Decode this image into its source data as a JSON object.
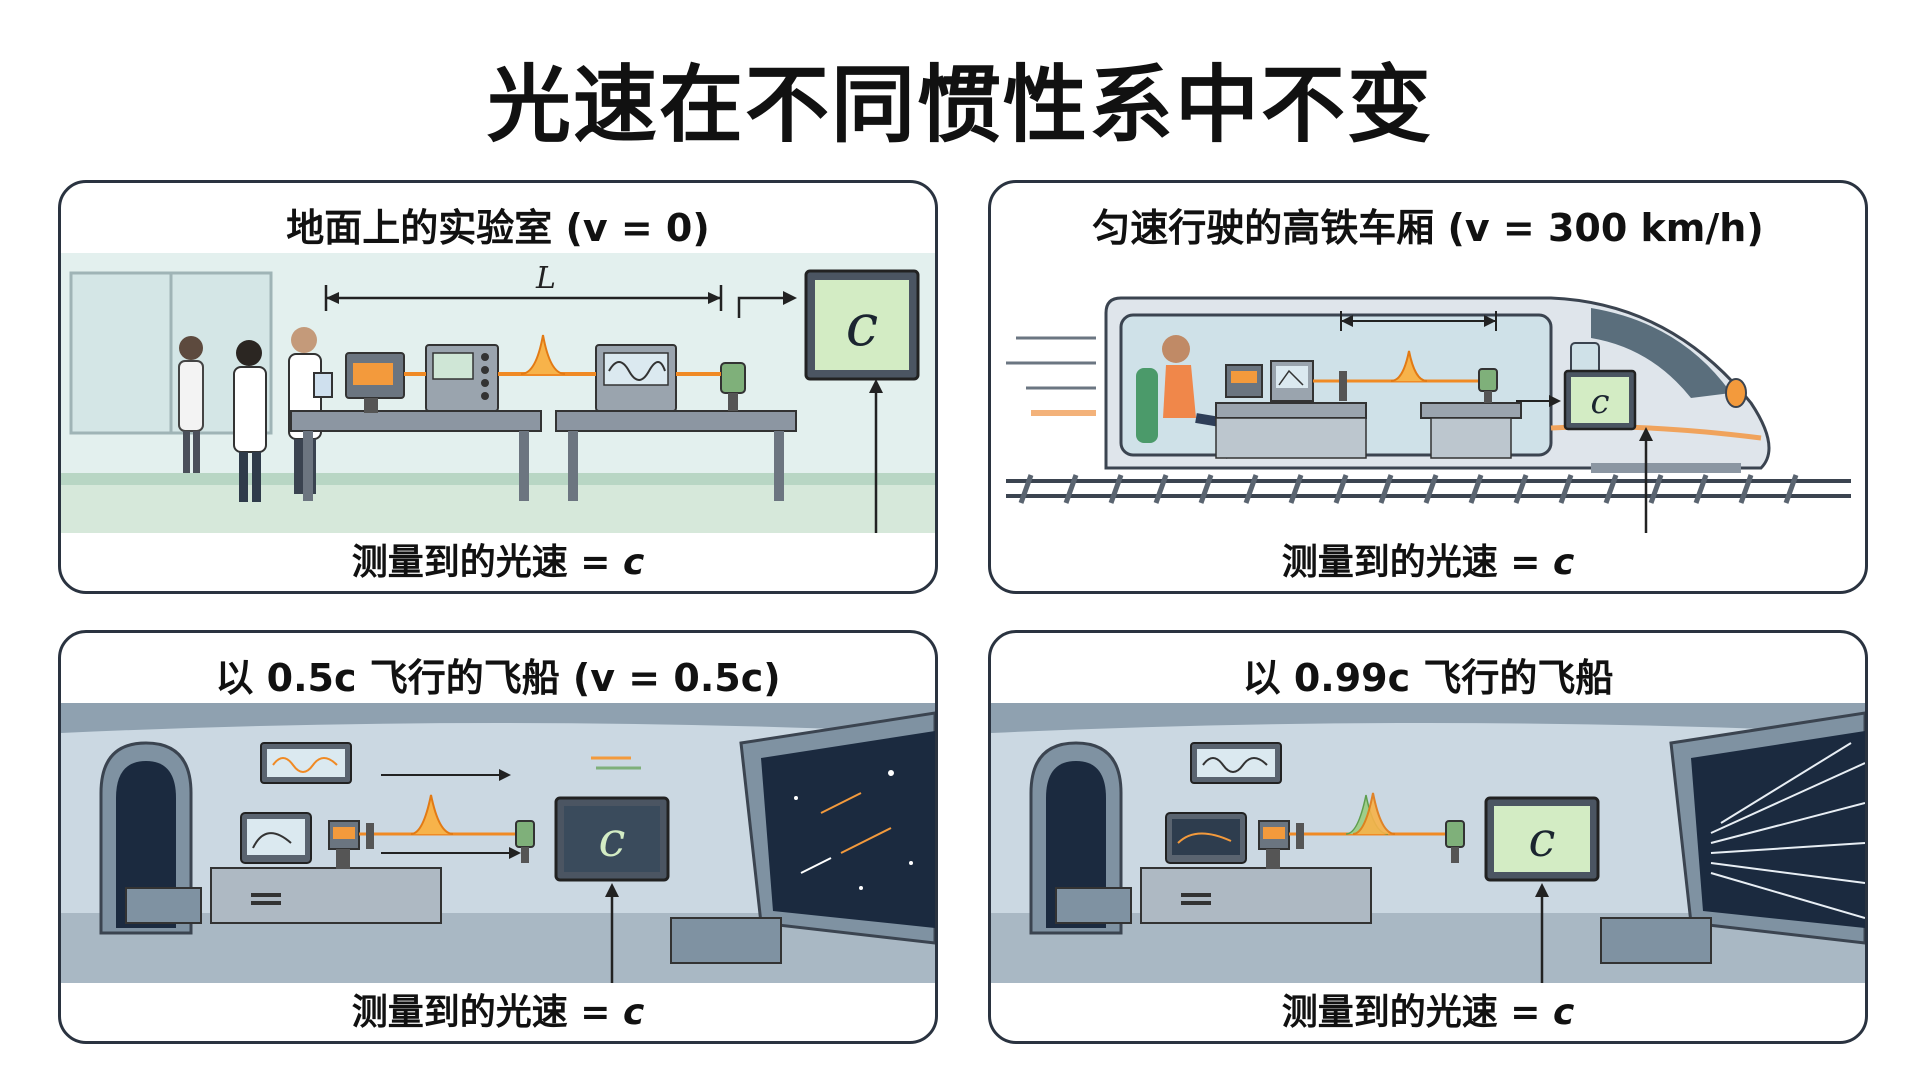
{
  "title": "光速在不同惯性系中不变",
  "panels": [
    {
      "title": "地面上的实验室 (v = 0)",
      "measure": "测量到的光速 =",
      "c": "c",
      "distance_label": "L",
      "screen_symbol": "c"
    },
    {
      "title": "匀速行驶的高铁车厢 (v = 300 km/h)",
      "measure": "测量到的光速 =",
      "c": "c",
      "screen_symbol": "c"
    },
    {
      "title": "以 0.5c 飞行的飞船 (v = 0.5c)",
      "measure": "测量到的光速 =",
      "c": "c",
      "screen_symbol": "c"
    },
    {
      "title": "以 0.99c 飞行的飞船",
      "measure": "测量到的光速 =",
      "c": "c",
      "screen_symbol": "c"
    }
  ],
  "colors": {
    "border": "#2a3340",
    "screen_green": "#d3ecc4",
    "laser_orange": "#f08a24",
    "lab_bg": "#e3f0ee",
    "ship_bg": "#cbd8e2",
    "space_dark": "#1b2a3f"
  },
  "icons": [
    "scientist-figure",
    "laser-emitter",
    "oscilloscope",
    "detector",
    "display-screen",
    "train",
    "passenger",
    "spaceship-window",
    "control-console",
    "light-pulse"
  ]
}
